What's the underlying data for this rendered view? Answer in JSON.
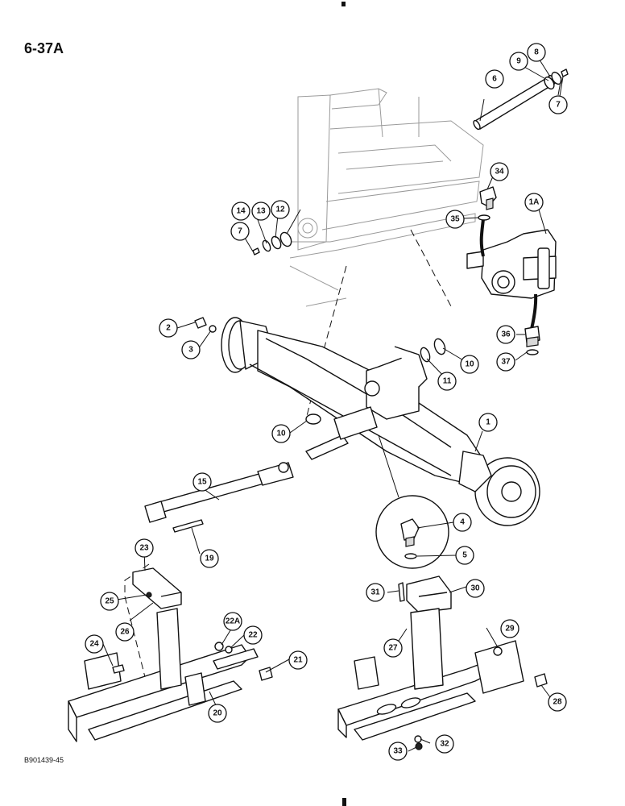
{
  "page_id": "6-37A",
  "figure_code": "B901439-45",
  "callouts": [
    "1",
    "1A",
    "2",
    "3",
    "4",
    "5",
    "6",
    "7",
    "7",
    "8",
    "9",
    "10",
    "10",
    "11",
    "12",
    "13",
    "14",
    "15",
    "19",
    "20",
    "21",
    "22",
    "22A",
    "23",
    "24",
    "25",
    "26",
    "27",
    "28",
    "29",
    "30",
    "31",
    "32",
    "33",
    "34",
    "35",
    "36",
    "37"
  ]
}
